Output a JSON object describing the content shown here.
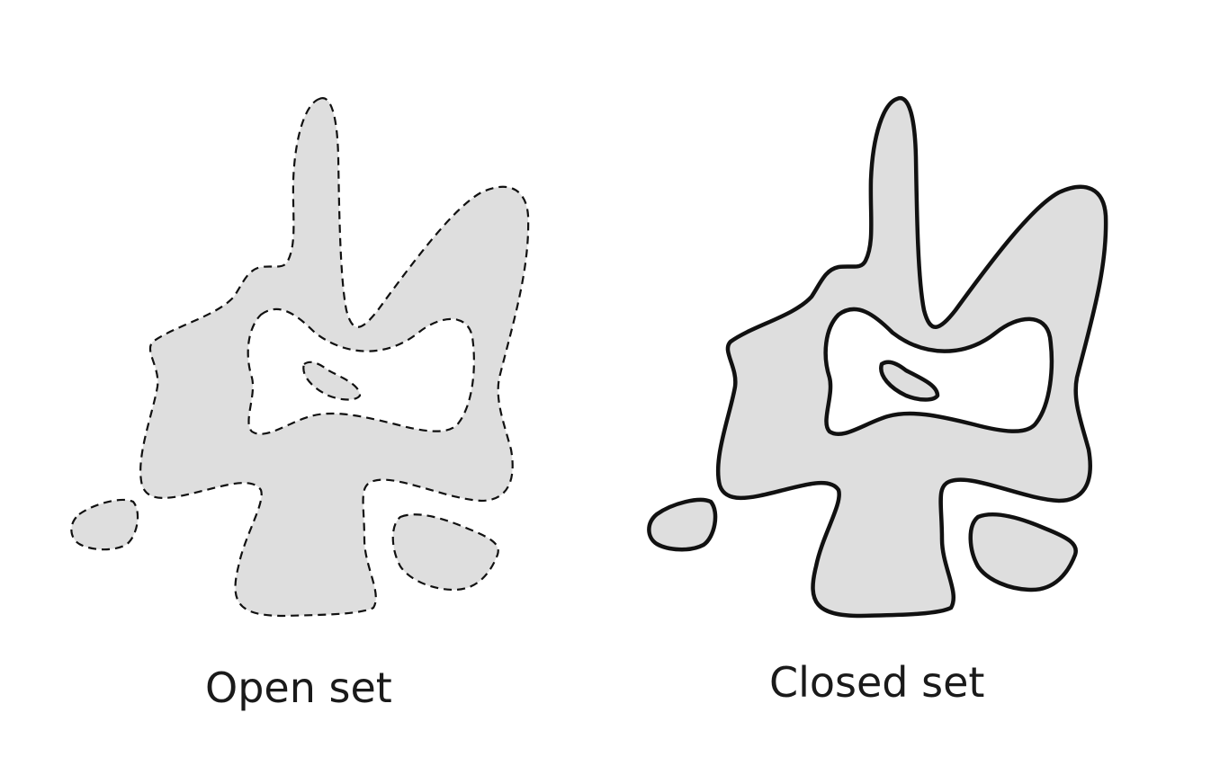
{
  "panels": [
    {
      "id": "open",
      "caption": "Open set",
      "boundary": "dashed"
    },
    {
      "id": "closed",
      "caption": "Closed set",
      "boundary": "solid"
    }
  ],
  "colors": {
    "fill": "#dedede",
    "stroke": "#111111",
    "background": "#ffffff",
    "text": "#1a1a1a"
  }
}
